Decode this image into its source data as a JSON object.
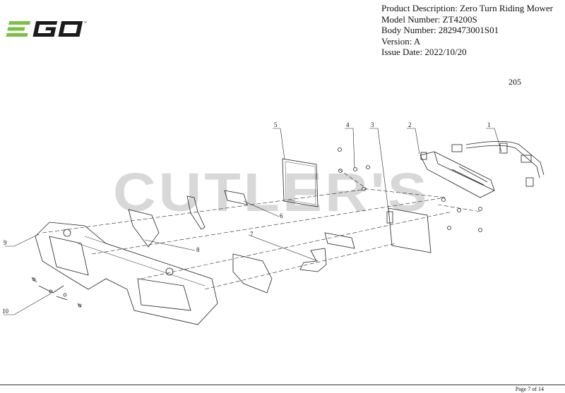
{
  "logo": {
    "text": "EGO",
    "trademark": "™",
    "colors": {
      "green": "#7ac143",
      "dark": "#1b1b1b"
    }
  },
  "header": {
    "product_description": "Product Description: Zero Turn Riding Mower",
    "model_number": "Model Number: ZT4200S",
    "body_number": "Body Number: 2829473001S01",
    "version": "Version: A",
    "issue_date": "Issue Date: 2022/10/20"
  },
  "diagram_number": "205",
  "watermark": "CUTLER'S",
  "callouts": [
    "1",
    "2",
    "3",
    "4",
    "5",
    "6",
    "7",
    "8",
    "9",
    "10"
  ],
  "footer": {
    "page": "Page 7 of 14"
  }
}
